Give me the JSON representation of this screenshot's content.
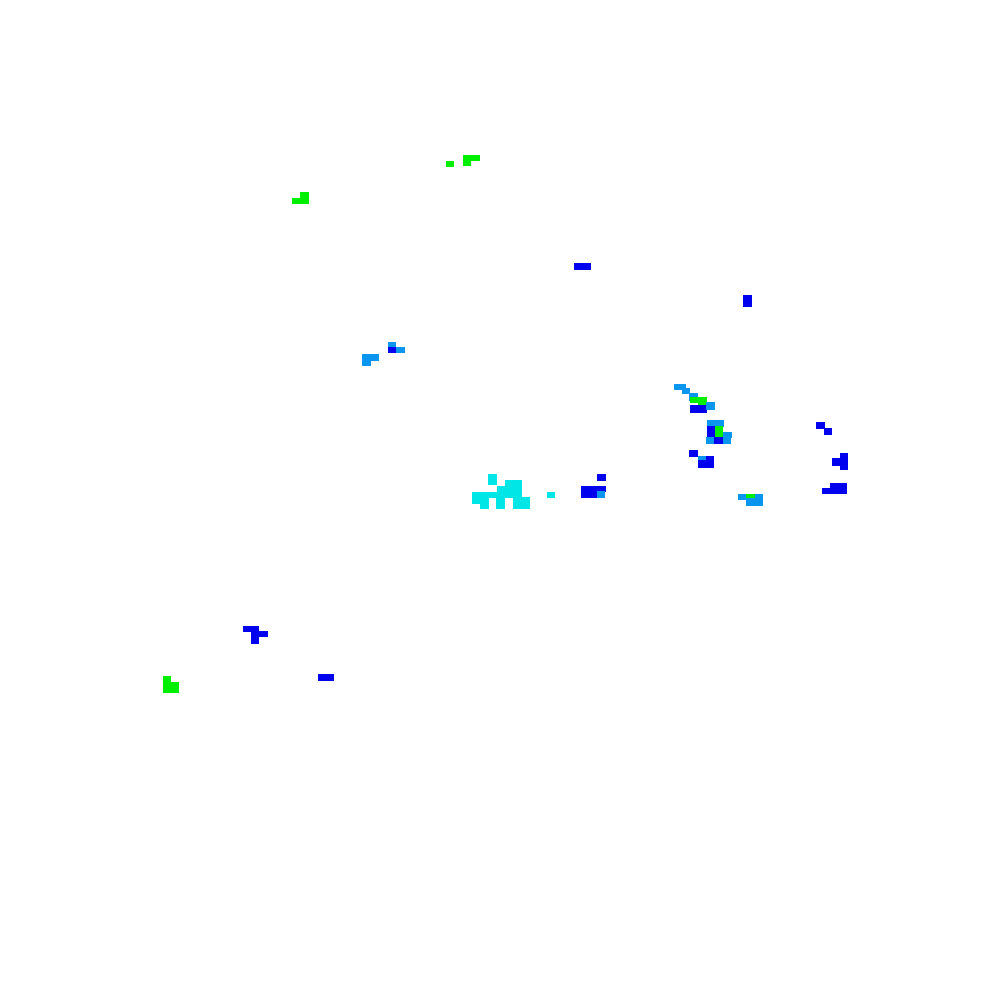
{
  "colors": {
    "background": "#ffffff",
    "blue": "#0000ee",
    "light_blue": "#0a96ee",
    "cyan": "#00e6e6",
    "green": "#00ee00"
  },
  "layer": {
    "type": "precipitation-radar-cells",
    "legend": "none",
    "labels": "none"
  }
}
